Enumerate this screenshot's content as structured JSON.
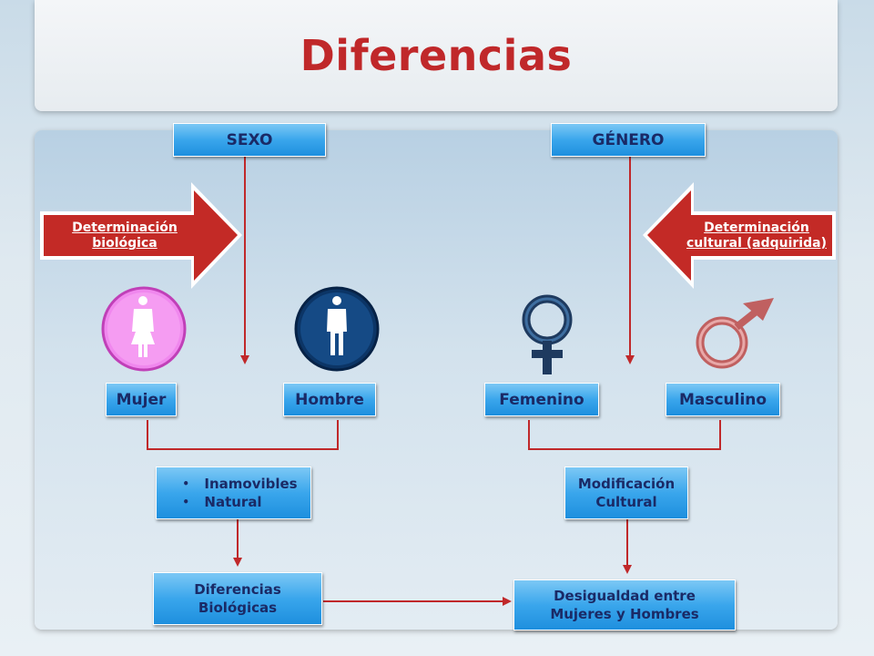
{
  "title": "Diferencias",
  "headers": {
    "sexo": "SEXO",
    "genero": "GÉNERO"
  },
  "arrows": {
    "left": {
      "line1": "Determinación",
      "line2": "biológica"
    },
    "right": {
      "line1": "Determinación",
      "line2": "cultural (adquirida)"
    }
  },
  "icons": {
    "mujer": "female-figure-icon",
    "hombre": "male-figure-icon",
    "femenino": "venus-symbol-icon",
    "masculino": "mars-symbol-icon"
  },
  "labels": {
    "mujer": "Mujer",
    "hombre": "Hombre",
    "femenino": "Femenino",
    "masculino": "Masculino"
  },
  "bullets": [
    "Inamovibles",
    "Natural"
  ],
  "modificacion": {
    "line1": "Modificación",
    "line2": "Cultural"
  },
  "diferencias": {
    "line1": "Diferencias",
    "line2": "Biológicas"
  },
  "desigualdad": {
    "line1": "Desigualdad entre",
    "line2": "Mujeres y Hombres"
  },
  "colors": {
    "accent_red": "#c0282a",
    "box_blue": "#3aa6ec",
    "text_navy": "#1a2a66",
    "female_pink": "#e060d8",
    "male_navy": "#0f3e73"
  }
}
